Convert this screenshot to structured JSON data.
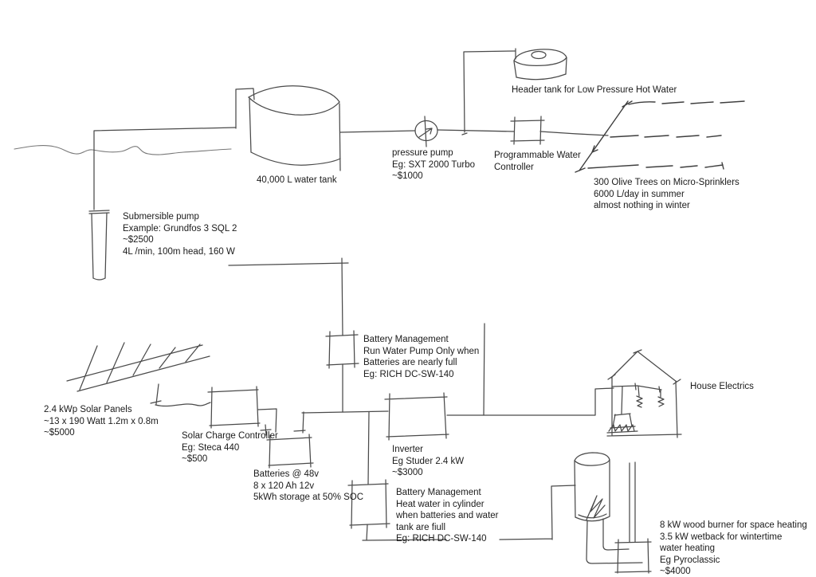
{
  "canvas": {
    "background_color": "#ffffff",
    "ink_color": "#4a4a4a",
    "text_color": "#1b1b1b"
  },
  "labels": {
    "submersible_pump": "Submersible pump\nExample: Grundfos 3 SQL 2\n~$2500\n4L /min, 100m head, 160 W",
    "water_tank": "40,000 L water tank",
    "pressure_pump": "pressure pump\nEg: SXT 2000 Turbo\n~$1000",
    "header_tank": "Header tank for Low Pressure Hot Water",
    "water_controller": "Programmable Water\nController",
    "irrigation": "300 Olive Trees on Micro-Sprinklers\n6000 L/day in summer\nalmost nothing in winter",
    "battery_management_pump": "Battery Management\nRun Water Pump Only when\nBatteries are nearly full\nEg: RICH DC-SW-140",
    "solar_panels": "2.4 kWp Solar Panels\n~13 x 190 Watt 1.2m x 0.8m\n~$5000",
    "charge_controller": "Solar Charge Controller\nEg: Steca 440\n~$500",
    "batteries": "Batteries @ 48v\n8 x 120 Ah 12v\n5kWh storage at 50% SOC",
    "inverter": "Inverter\nEg Studer 2.4 kW\n~$3000",
    "house_electrics": "House Electrics",
    "battery_management_heater": "Battery Management\nHeat water in cylinder\nwhen batteries and water\ntank are fiull\nEg: RICH DC-SW-140",
    "wood_burner": "8 kW wood burner for space heating\n3.5 kW wetback for wintertime\nwater heating\nEg Pyroclassic\n~$4000"
  }
}
